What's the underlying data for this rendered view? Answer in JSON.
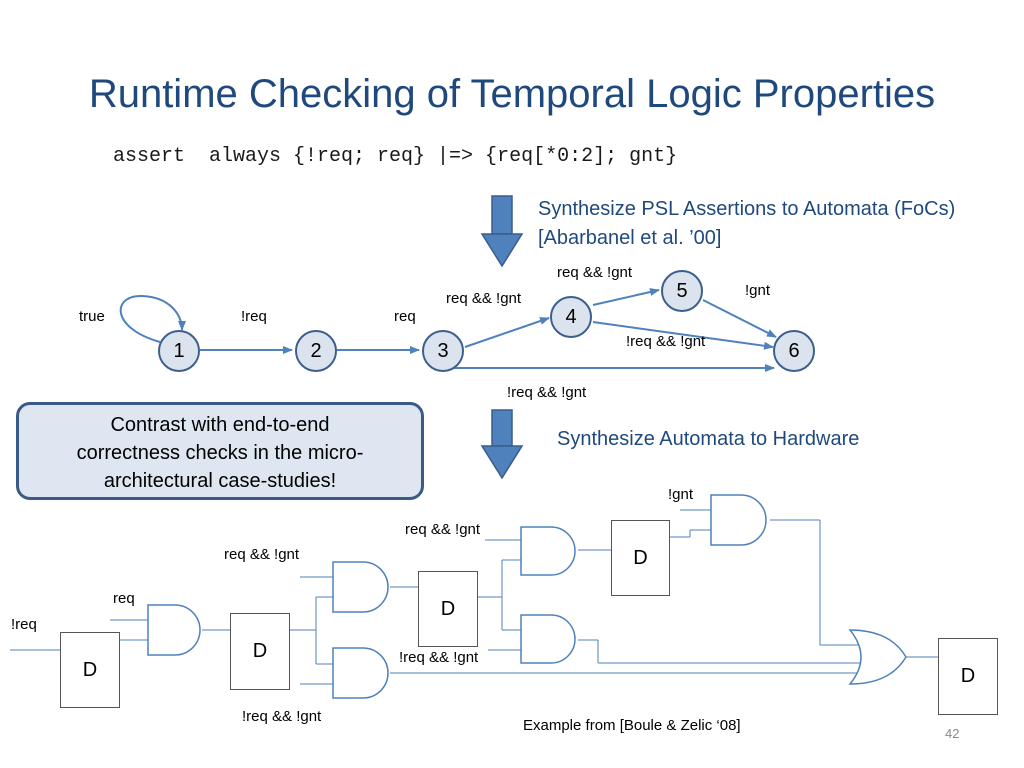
{
  "title": "Runtime Checking of Temporal Logic Properties",
  "assertion": "assert  always {!req; req} |=> {req[*0:2]; gnt}",
  "note_top": {
    "line1": "Synthesize PSL Assertions to Automata (FoCs)",
    "line2": "[Abarbanel et al. ’00]"
  },
  "note_mid": "Synthesize Automata to Hardware",
  "callout": {
    "line1": "Contrast with end-to-end",
    "line2": "correctness checks in the micro-",
    "line3": "architectural case-studies!"
  },
  "automaton": {
    "states": [
      "1",
      "2",
      "3",
      "4",
      "5",
      "6"
    ],
    "edge_labels": {
      "self_1": "true",
      "e12": "!req",
      "e23": "req",
      "e34": "req && !gnt",
      "e45": "req && !gnt",
      "e56": "!gnt",
      "e46": "!req && !gnt",
      "e36": "!req && !gnt"
    }
  },
  "circuit": {
    "labels": {
      "not_req": "!req",
      "req": "req",
      "req_not_gnt_1": "req && !gnt",
      "not_req_not_gnt_1": "!req && !gnt",
      "req_not_gnt_2": "req && !gnt",
      "not_req_not_gnt_2": "!req && !gnt",
      "not_gnt": "!gnt"
    },
    "flipflop_label": "D"
  },
  "footer": "Example from [Boule & Zelic ‘08]",
  "page_number": "42",
  "colors": {
    "title": "#1f497d",
    "accent": "#4f81bd",
    "node_fill": "#dbe3ee",
    "callout_fill": "#dde6f1"
  }
}
